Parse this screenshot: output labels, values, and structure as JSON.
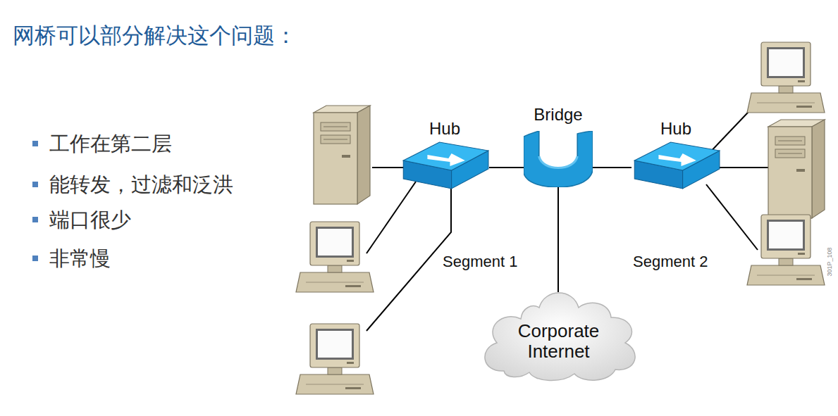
{
  "diagram": {
    "title": "网桥可以部分解决这个问题：",
    "nodes": [
      {
        "text": [
          "Hub"
        ]
      },
      {
        "text": [
          "Bridge"
        ]
      },
      {
        "text": [
          "Hub"
        ]
      },
      {
        "text": [
          "Corporate Internet"
        ]
      }
    ],
    "edges": [
      {
        "from": 0,
        "to": 1,
        "arrow": "none"
      },
      {
        "from": 1,
        "to": 2,
        "arrow": "none"
      },
      {
        "from": 1,
        "to": 3,
        "arrow": "none"
      }
    ],
    "labels": [
      "工作在第二层",
      "能转发，过滤和泛洪",
      "端口很少",
      "非常慢",
      "Segment 1",
      "Segment 2",
      "301P_108"
    ]
  }
}
